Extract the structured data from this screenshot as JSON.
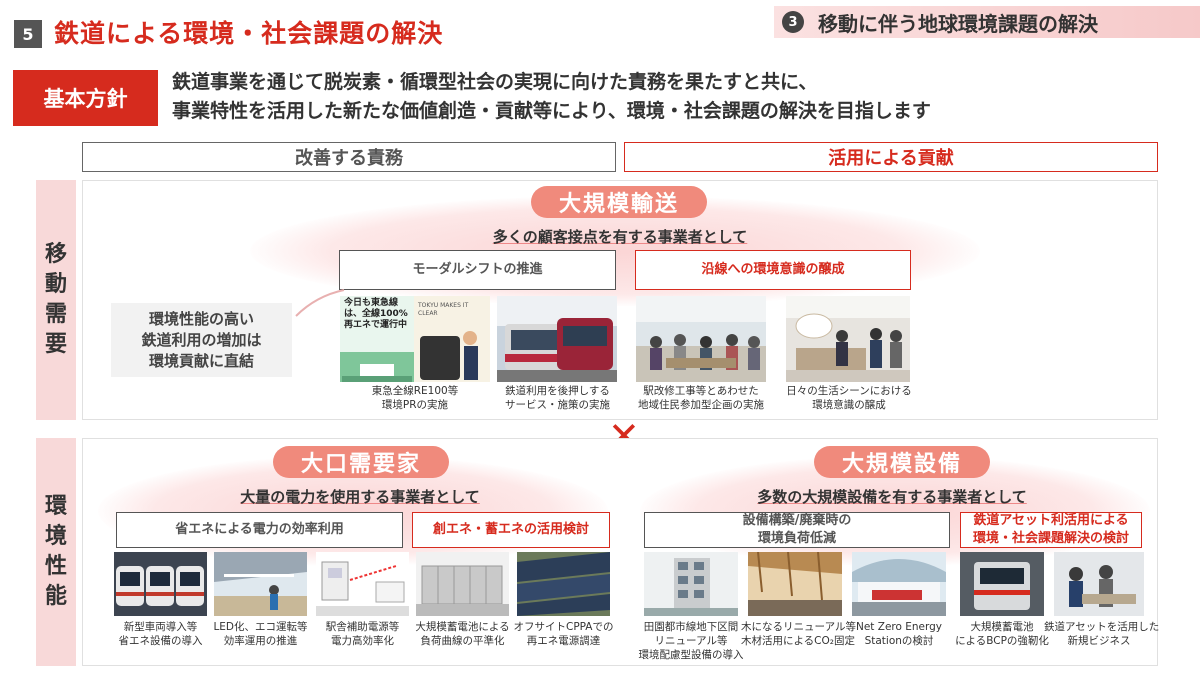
{
  "header": {
    "number": "5",
    "title": "鉄道による環境・社会課題の解決",
    "section_number": "❸",
    "section_title": "移動に伴う地球環境課題の解決"
  },
  "policy": {
    "label": "基本方針",
    "line1": "鉄道事業を通じて脱炭素・循環型社会の実現に向けた責務を果たすと共に、",
    "line2": "事業特性を活用した新たな価値創造・貢献等により、環境・社会課題の解決を目指します"
  },
  "columns": {
    "left": "改善する責務",
    "right": "活用による貢献"
  },
  "mobility": {
    "side_label": [
      "移",
      "動",
      "需",
      "要"
    ],
    "pill": "大規模輸送",
    "subtitle": "多くの顧客接点を有する事業者として",
    "box_left": "モーダルシフトの推進",
    "box_right": "沿線への環境意識の醸成",
    "note": [
      "環境性能の高い",
      "鉄道利用の増加は",
      "環境貢献に直結"
    ],
    "photo_text": "今日も東急線は、全線100%再エネで運行中",
    "photo_text2": "TOKYU MAKES IT CLEAR",
    "captions": [
      [
        "東急全線RE100等",
        "環境PRの実施"
      ],
      [
        "鉄道利用を後押しする",
        "サービス・施策の実施"
      ],
      [
        "駅改修工事等とあわせた",
        "地域住民参加型企画の実施"
      ],
      [
        "日々の生活シーンにおける",
        "環境意識の醸成"
      ]
    ]
  },
  "cross": "✕",
  "environment": {
    "side_label": [
      "環",
      "境",
      "性",
      "能"
    ],
    "left": {
      "pill": "大口需要家",
      "subtitle": "大量の電力を使用する事業者として",
      "box_left": "省エネによる電力の効率利用",
      "box_right": "創エネ・蓄エネの活用検討",
      "captions": [
        [
          "新型車両導入等",
          "省エネ設備の導入"
        ],
        [
          "LED化、エコ運転等",
          "効率運用の推進"
        ],
        [
          "駅舎補助電源等",
          "電力高効率化"
        ],
        [
          "大規模蓄電池による",
          "負荷曲線の平準化"
        ],
        [
          "オフサイトCPPAでの",
          "再エネ電源調達"
        ]
      ]
    },
    "right": {
      "pill": "大規模設備",
      "subtitle": "多数の大規模設備を有する事業者として",
      "box_left": [
        "設備構築/廃棄時の",
        "環境負荷低減"
      ],
      "box_right": [
        "鉄道アセット利活用による",
        "環境・社会課題解決の検討"
      ],
      "captions": [
        [
          "田園都市線地下区間",
          "リニューアル等",
          "環境配慮型設備の導入"
        ],
        [
          "木になるリニューアル等",
          "木材活用によるCO₂固定"
        ],
        [
          "Net Zero Energy",
          "Stationの検討"
        ],
        [
          "大規模蓄電池",
          "によるBCPの強靭化"
        ],
        [
          "鉄道アセットを活用した",
          "新規ビジネス"
        ]
      ]
    }
  },
  "colors": {
    "accent": "#d62b1e",
    "pill": "#f08a7c",
    "side_bg": "#f8d9d9"
  }
}
